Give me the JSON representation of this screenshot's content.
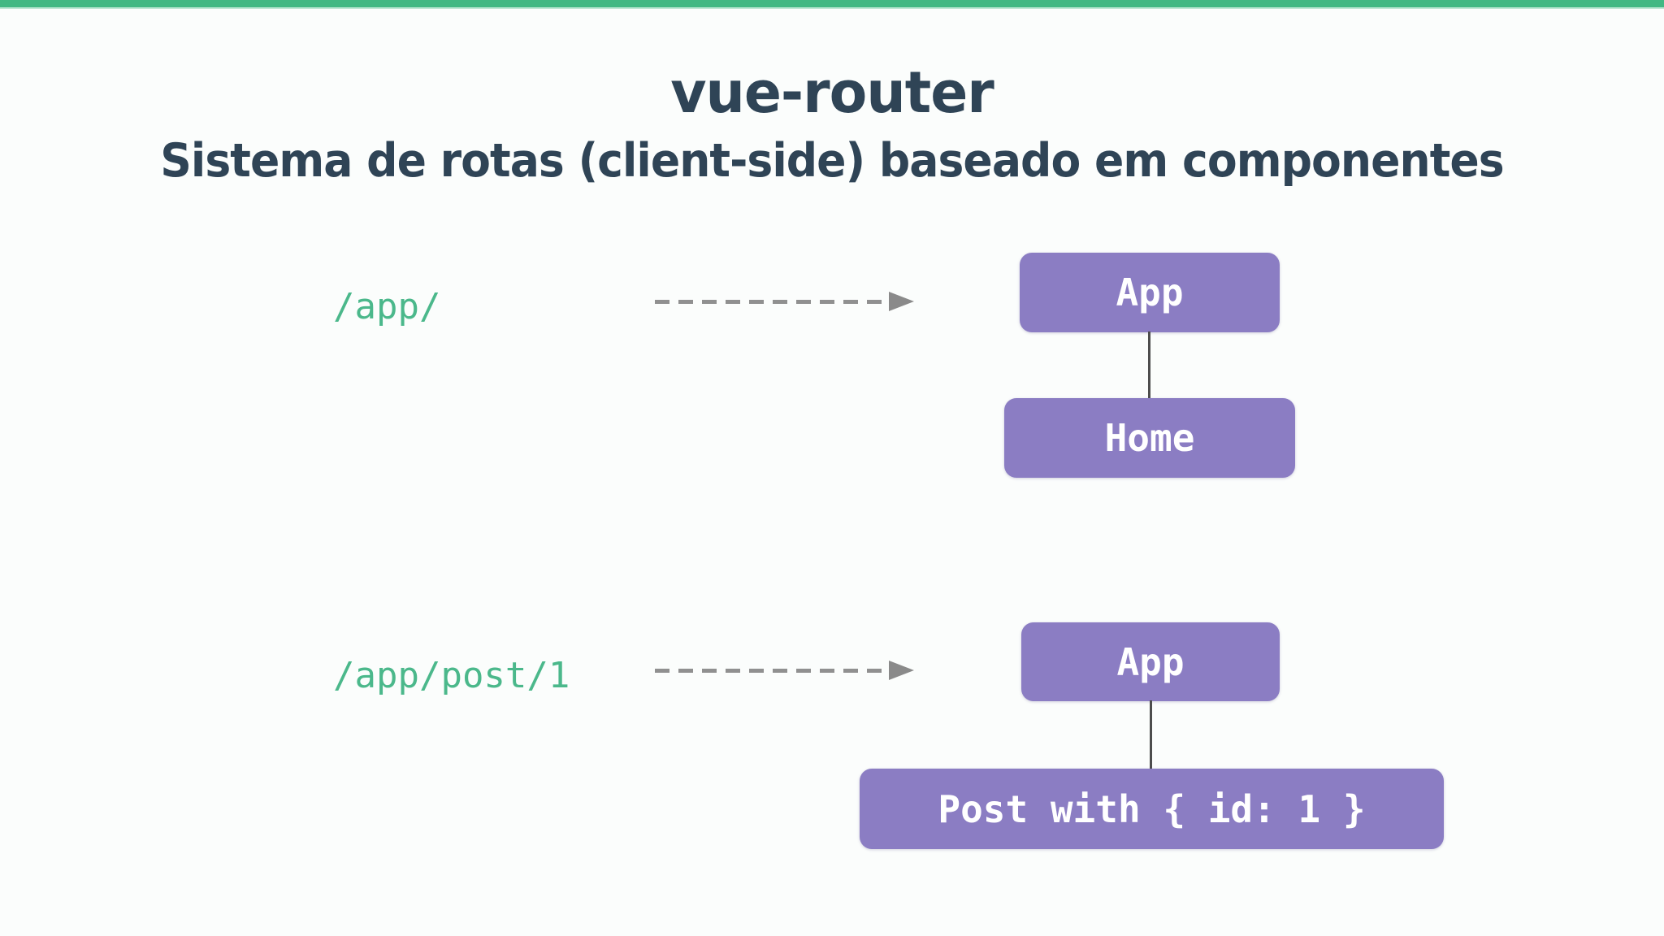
{
  "slide": {
    "title": "vue-router",
    "subtitle": "Sistema de rotas (client-side) baseado em componentes"
  },
  "examples": [
    {
      "route": "/app/",
      "parent_component": "App",
      "child_component": "Home"
    },
    {
      "route": "/app/post/1",
      "parent_component": "App",
      "child_component": "Post with { id: 1 }"
    }
  ],
  "colors": {
    "accent_green": "#42b883",
    "route_text_green": "#4bb88b",
    "heading_dark": "#2f4456",
    "component_box_purple": "#8b7dc3",
    "box_label_white": "#ffffff",
    "arrow_gray": "#909090",
    "connector_gray": "#4d4d4d",
    "background": "#fbfdfc"
  }
}
